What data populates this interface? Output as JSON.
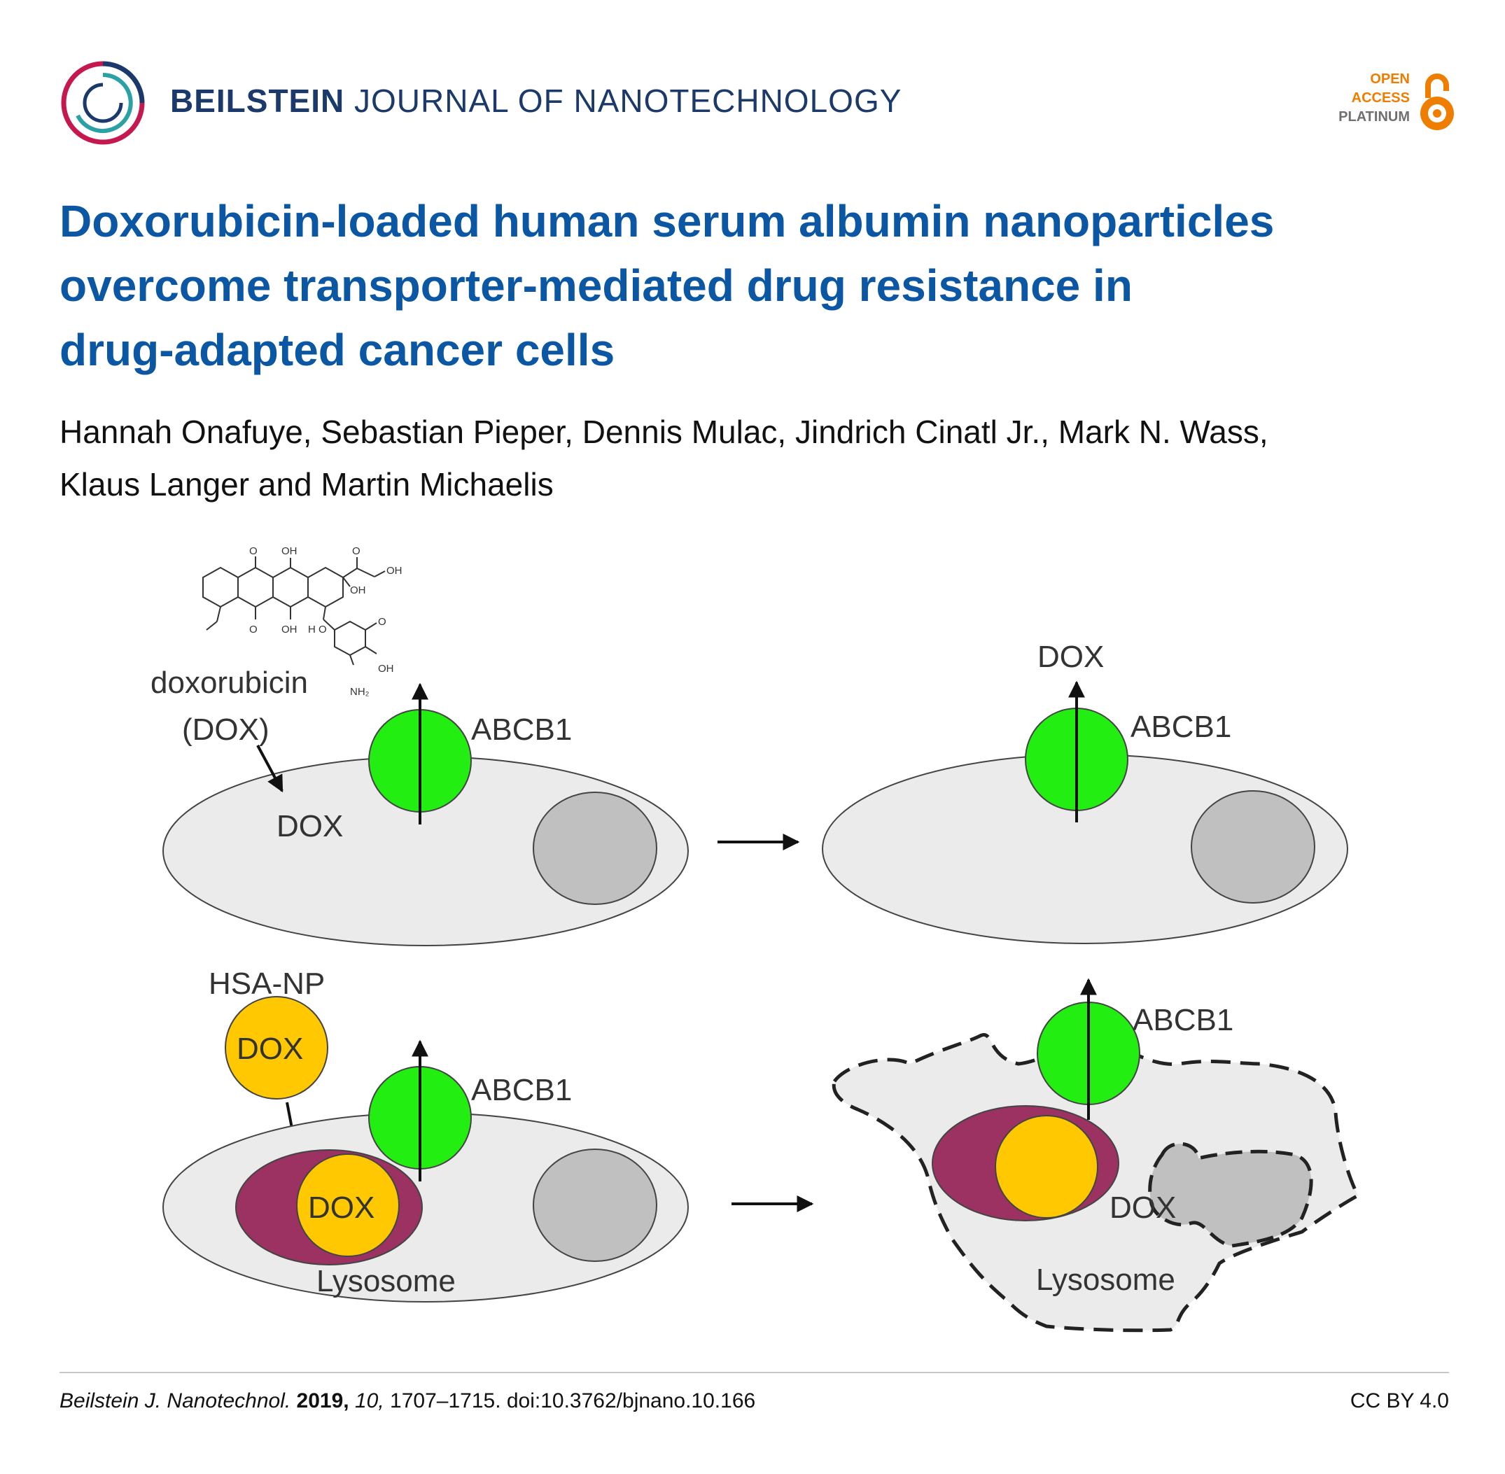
{
  "header": {
    "journal_bold": "BEILSTEIN",
    "journal_rest": "JOURNAL OF NANOTECHNOLOGY",
    "open_access": [
      "OPEN",
      "ACCESS",
      "PLATINUM"
    ]
  },
  "article": {
    "title_lines": [
      "Doxorubicin-loaded human serum albumin nanoparticles",
      "overcome transporter-mediated drug resistance in",
      "drug-adapted cancer cells"
    ],
    "author_lines": [
      "Hannah Onafuye, Sebastian Pieper, Dennis Mulac, Jindrich Cinatl Jr., Mark N. Wass,",
      "Klaus Langer and Martin Michaelis"
    ]
  },
  "figure": {
    "doxorubicin": "doxorubicin",
    "dox_paren": "(DOX)",
    "dox": "DOX",
    "abcb1": "ABCB1",
    "hsa_np": "HSA-NP",
    "lysosome": "Lysosome",
    "oh": "OH",
    "o": "O",
    "h": "H",
    "nh2": "NH₂",
    "colors": {
      "cell": "#ebebeb",
      "nucleus": "#c0c0c0",
      "transporter": "#22ee11",
      "nanoparticle": "#ffc800",
      "lysosome": "#9b3262"
    }
  },
  "footer": {
    "journal_abbrev": "Beilstein J. Nanotechnol.",
    "year": "2019,",
    "volume": "10,",
    "pages_doi": "1707–1715. doi:10.3762/bjnano.10.166",
    "license": "CC BY 4.0"
  }
}
